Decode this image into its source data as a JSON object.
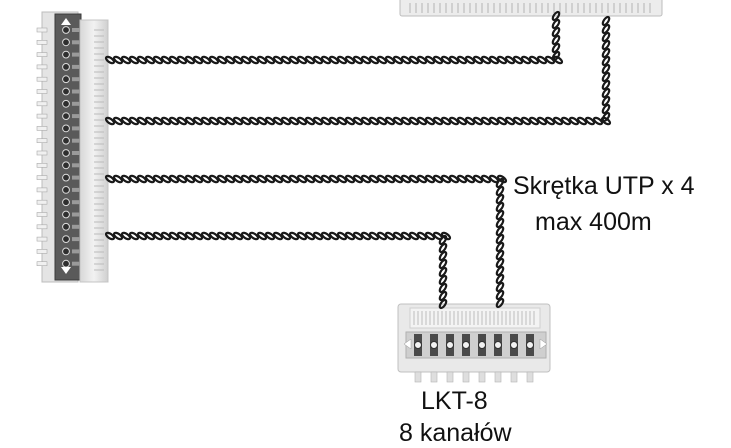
{
  "cable_label": {
    "line1": "Skrętka UTP x 4",
    "line2": "max 400m"
  },
  "device_label": {
    "name": "LKT-8",
    "channels": "8 kanałów"
  },
  "colors": {
    "cable": "#1a1a1a",
    "device_body": "#e6e6e6",
    "device_shade": "#c9c9c9",
    "terminal": "#4a4a4a"
  },
  "icons": {
    "distribution_block": "krone-terminal-block-icon",
    "top_module": "top-module-icon",
    "lkt8_module": "lkt8-module-icon",
    "twisted_pair": "twisted-pair-cable-icon"
  }
}
